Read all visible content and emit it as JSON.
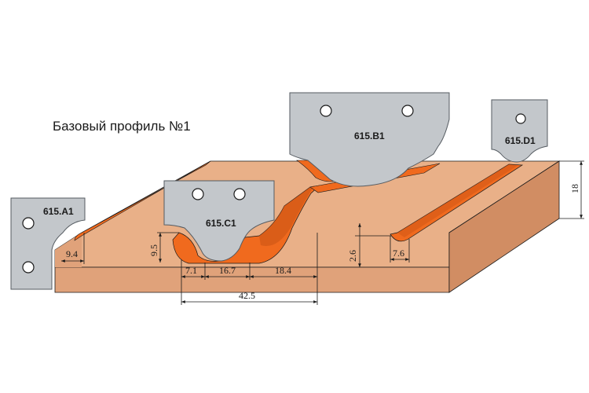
{
  "title": "Базовый профиль №1",
  "colors": {
    "wood_top": "#e9b088",
    "wood_front": "#e0a27a",
    "wood_side": "#d18d63",
    "profile": "#f06a1e",
    "profile_dark": "#c95214",
    "knife": "#c3c7cb",
    "knife_edge": "#555b61",
    "line": "#1a1a1a"
  },
  "knives": [
    {
      "id": "a1",
      "label": "615.A1"
    },
    {
      "id": "b1",
      "label": "615.B1"
    },
    {
      "id": "c1",
      "label": "615.C1"
    },
    {
      "id": "d1",
      "label": "615.D1"
    }
  ],
  "dimensions": {
    "a": "9.4",
    "b": "9.5",
    "c": "7.1",
    "d": "16.7",
    "e": "18.4",
    "f": "42.5",
    "g": "2.6",
    "h": "7.6",
    "i": "18"
  }
}
